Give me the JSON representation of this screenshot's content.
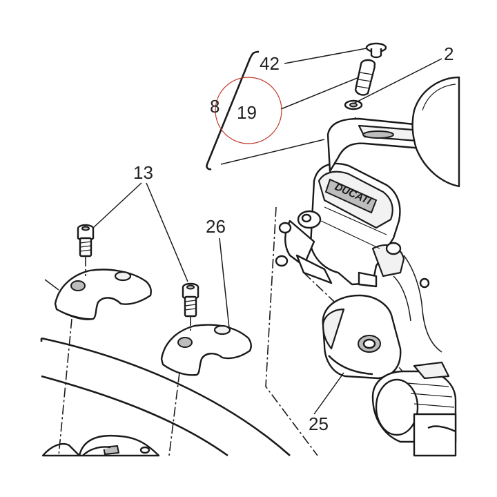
{
  "labels": {
    "l42": "42",
    "l2": "2",
    "l8": "8",
    "l19": "19",
    "l13": "13",
    "l26": "26",
    "l25": "25"
  },
  "nameplate_text": "DUCATI",
  "highlight_color": "#c0392b"
}
